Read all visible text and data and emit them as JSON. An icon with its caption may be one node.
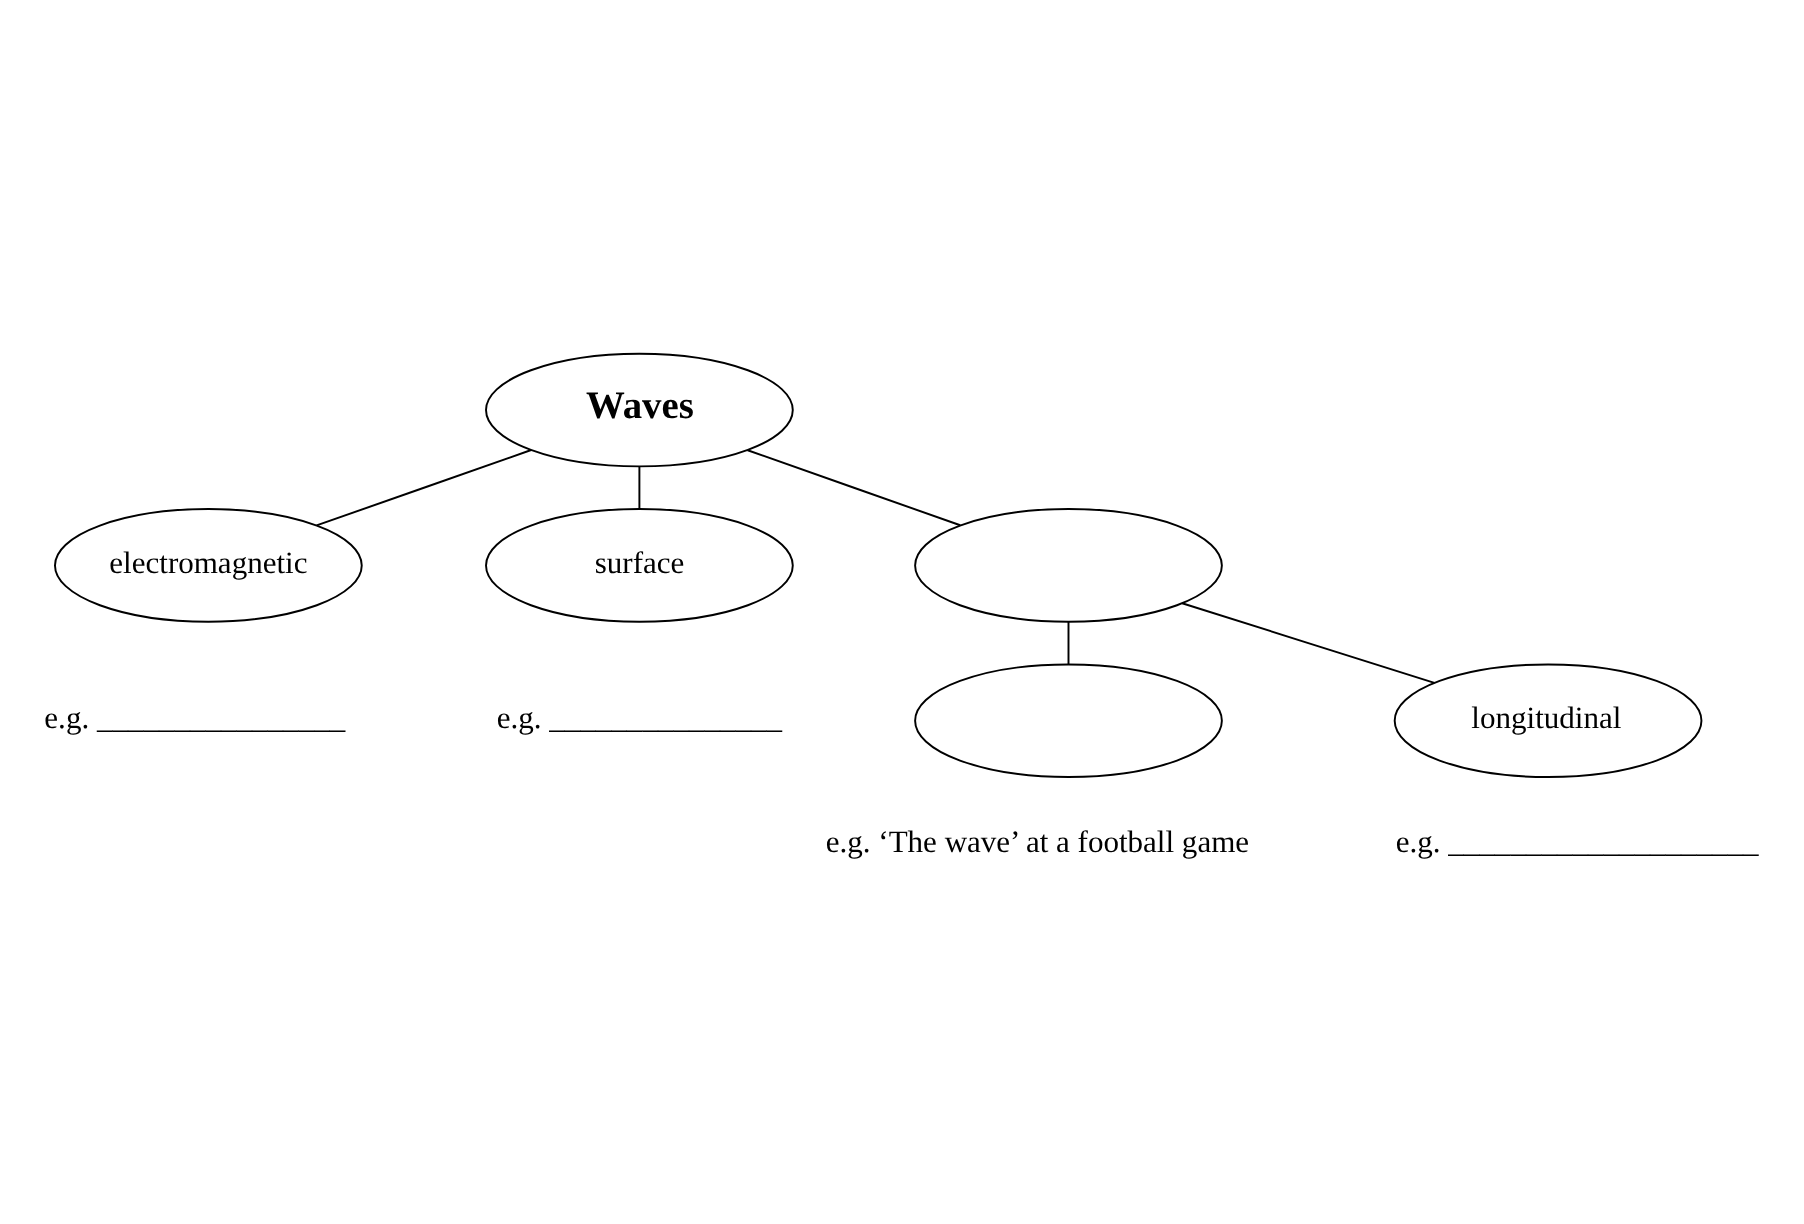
{
  "diagram": {
    "nodes": [
      {
        "text": [
          "Waves"
        ]
      },
      {
        "text": [
          "electromagnetic"
        ],
        "beside": [
          "e.g. ________________"
        ]
      },
      {
        "text": [
          "surface"
        ],
        "beside": [
          "e.g. _______________"
        ]
      },
      {
        "text": [],
        "shape": "ellipse"
      },
      {
        "text": [],
        "shape": "ellipse",
        "beside": [
          "e.g. ‘The wave’ at a football game"
        ]
      },
      {
        "text": [
          "longitudinal"
        ],
        "beside": [
          "e.g. ____________________"
        ]
      }
    ],
    "edges": [
      {
        "from": 0,
        "to": 1,
        "arrow": "none"
      },
      {
        "from": 0,
        "to": 3,
        "arrow": "none"
      },
      {
        "from": 0,
        "to": 2,
        "arrow": "none"
      },
      {
        "from": 3,
        "to": 4,
        "arrow": "none"
      },
      {
        "from": 3,
        "to": 5,
        "arrow": "none"
      }
    ]
  }
}
